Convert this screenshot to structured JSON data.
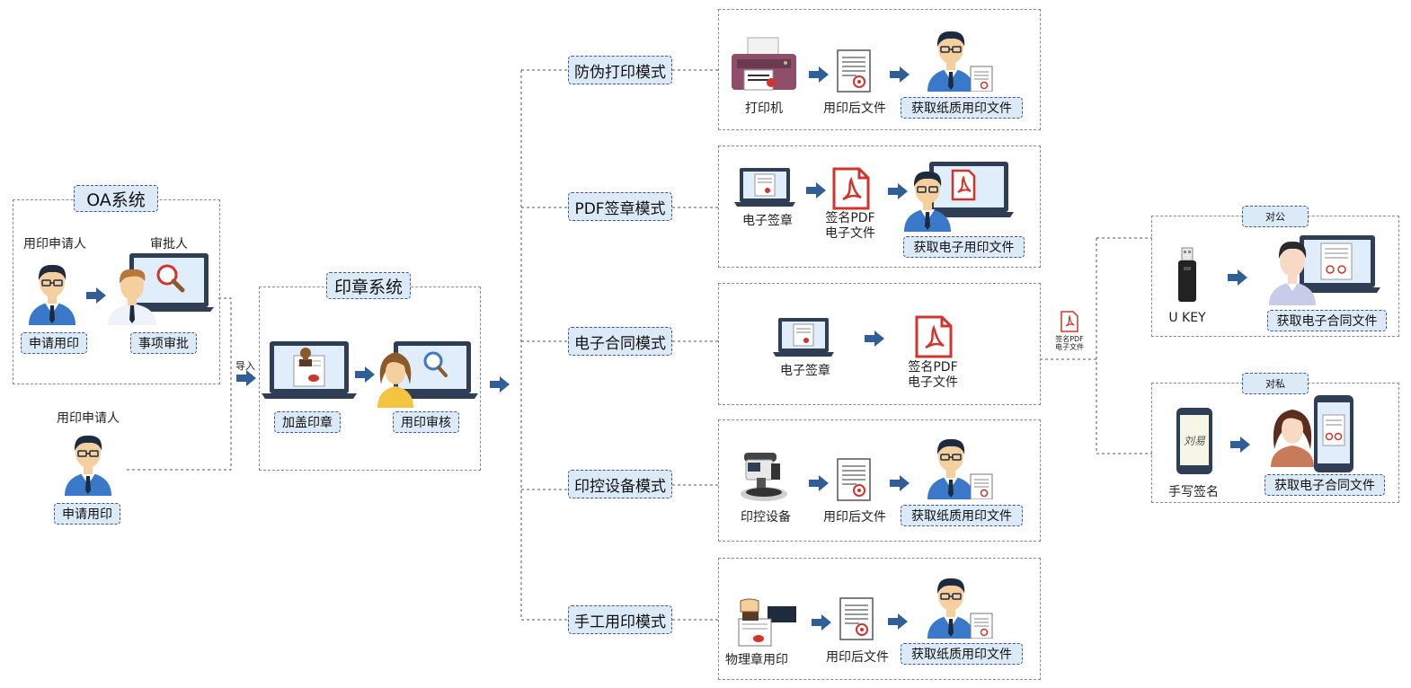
{
  "oa": {
    "title": "OA系统",
    "applicant_label": "用印申请人",
    "approver_label": "审批人",
    "apply_tag": "申请用印",
    "approve_tag": "事项审批"
  },
  "bottom_applicant": {
    "label": "用印申请人",
    "tag": "申请用印"
  },
  "import_label": "导入",
  "seal_system": {
    "title": "印章系统",
    "stamp_tag": "加盖印章",
    "review_tag": "用印审核"
  },
  "modes": [
    {
      "title": "防伪打印模式",
      "step1": "打印机",
      "step2": "用印后文件",
      "result": "获取纸质用印文件"
    },
    {
      "title": "PDF签章模式",
      "step1": "电子签章",
      "step2_line1": "签名PDF",
      "step2_line2": "电子文件",
      "result": "获取电子用印文件"
    },
    {
      "title": "电子合同模式",
      "step1": "电子签章",
      "step2_line1": "签名PDF",
      "step2_line2": "电子文件"
    },
    {
      "title": "印控设备模式",
      "step1": "印控设备",
      "step2": "用印后文件",
      "result": "获取纸质用印文件"
    },
    {
      "title": "手工用印模式",
      "step1": "物理章用印",
      "step2": "用印后文件",
      "result": "获取纸质用印文件"
    }
  ],
  "pdf_mini": {
    "line1": "签名PDF",
    "line2": "电子文件"
  },
  "public": {
    "title": "对公",
    "step1": "U KEY",
    "result": "获取电子合同文件"
  },
  "private": {
    "title": "对私",
    "step1": "手写签名",
    "result": "获取电子合同文件",
    "signature_text": "刘易"
  },
  "colors": {
    "tag_fill": "#dce9f7",
    "tag_border": "#3b5b86",
    "arrow": "#2f5f96",
    "pdf_red": "#d0342c",
    "shirt_blue": "#3a78c9",
    "laptop_dark": "#2f3e55",
    "screen_light": "#dfeefa"
  }
}
